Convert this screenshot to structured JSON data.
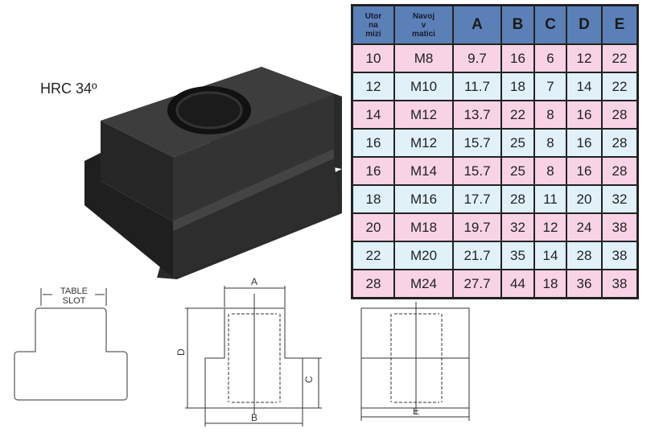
{
  "hardness": "HRC 34º",
  "table": {
    "headers": [
      "Utor na mizi",
      "Navoj v matici",
      "A",
      "B",
      "C",
      "D",
      "E"
    ],
    "header_lines": [
      [
        "Utor",
        "na",
        "mizi"
      ],
      [
        "Navoj",
        "v",
        "matici"
      ]
    ],
    "rows": [
      [
        "10",
        "M8",
        "9.7",
        "16",
        "6",
        "12",
        "22"
      ],
      [
        "12",
        "M10",
        "11.7",
        "18",
        "7",
        "14",
        "22"
      ],
      [
        "14",
        "M12",
        "13.7",
        "22",
        "8",
        "16",
        "28"
      ],
      [
        "16",
        "M12",
        "15.7",
        "25",
        "8",
        "16",
        "28"
      ],
      [
        "16",
        "M14",
        "15.7",
        "25",
        "8",
        "16",
        "28"
      ],
      [
        "18",
        "M16",
        "17.7",
        "28",
        "11",
        "20",
        "32"
      ],
      [
        "20",
        "M18",
        "19.7",
        "32",
        "12",
        "24",
        "38"
      ],
      [
        "22",
        "M20",
        "21.7",
        "35",
        "14",
        "28",
        "38"
      ],
      [
        "28",
        "M24",
        "27.7",
        "44",
        "18",
        "36",
        "38"
      ]
    ]
  },
  "drawing": {
    "slot_label_1": "TABLE",
    "slot_label_2": "SLOT",
    "dims": [
      "A",
      "B",
      "C",
      "D",
      "E"
    ]
  }
}
